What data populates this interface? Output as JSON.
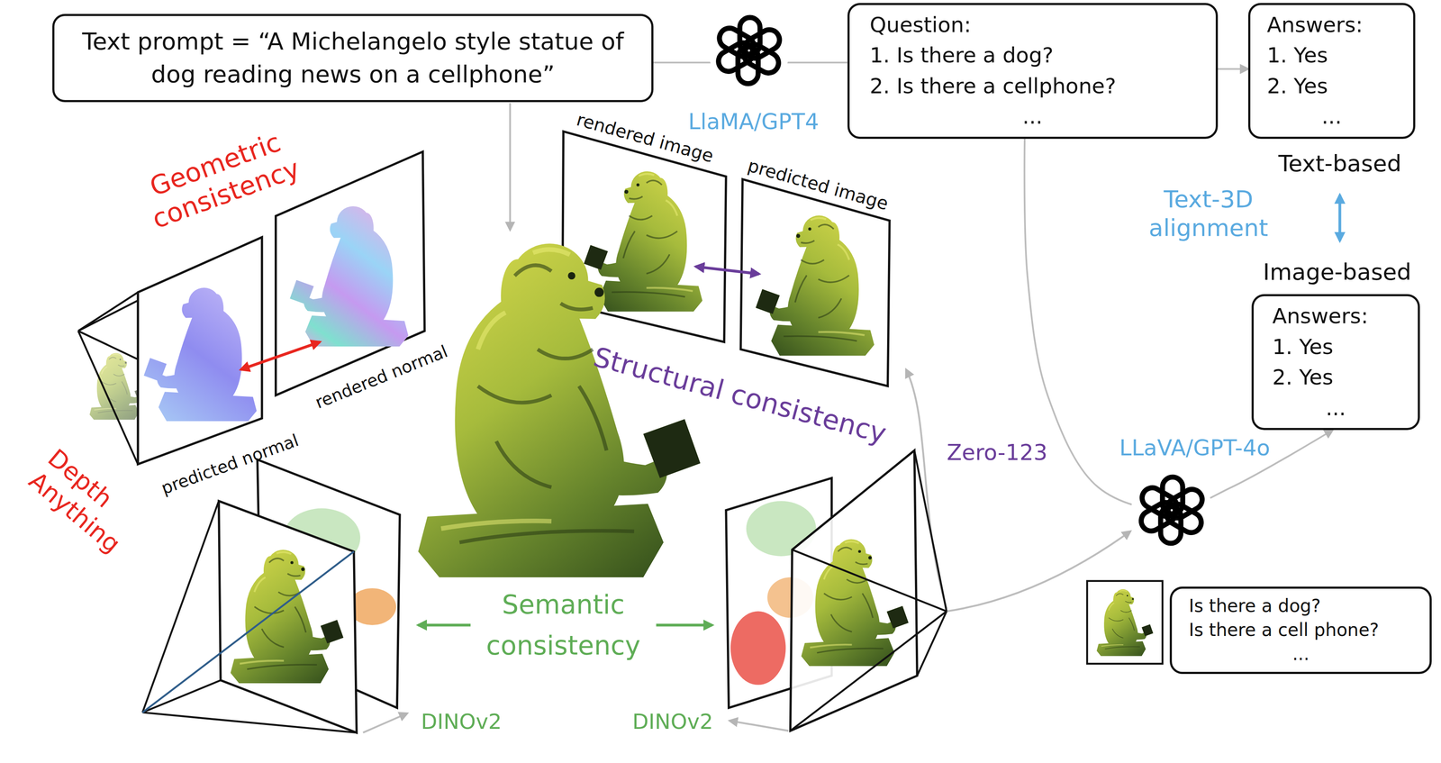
{
  "diagram": {
    "nodes": [
      {
        "text": [
          "Text prompt = “A Michelangelo style statue of dog reading news on a cellphone”"
        ]
      },
      {
        "text": [
          "Question:",
          "1. Is there a dog?",
          "2. Is there a cellphone?",
          "..."
        ]
      },
      {
        "text": [
          "Answers:",
          "1. Yes",
          "2. Yes",
          "..."
        ]
      },
      {
        "text": [
          "Answers:",
          "1. Yes",
          "2. Yes",
          "..."
        ]
      },
      {
        "text": [
          "Is there a dog?",
          "Is there a cell phone?",
          "..."
        ]
      }
    ],
    "edges": [
      {
        "from": 0,
        "to": 1,
        "arrow": "none"
      },
      {
        "from": 1,
        "to": 2,
        "arrow": "to"
      },
      {
        "from": 1,
        "to": 3,
        "arrow": "to"
      }
    ],
    "labels": [
      "LlaMA/GPT4",
      "Text-based",
      "Text-3D alignment",
      "Image-based",
      "Geometric consistency",
      "Depth Anything",
      "predicted normal",
      "rendered normal",
      "rendered image",
      "predicted image",
      "Structural consistency",
      "Zero-123",
      "LLaVA/GPT-4o",
      "Semantic consistency",
      "DINOv2",
      "DINOv2"
    ]
  }
}
